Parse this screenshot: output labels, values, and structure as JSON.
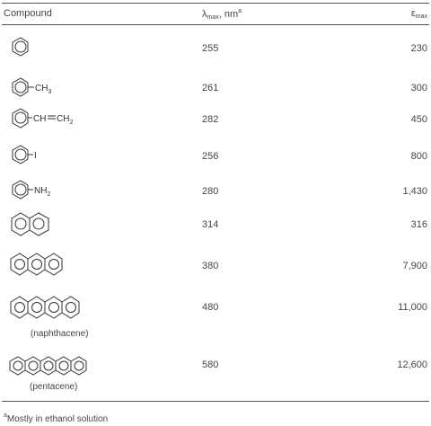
{
  "header": {
    "compound": "Compound",
    "lambda_symbol": "λ",
    "lambda_sub": "max",
    "lambda_unit": ", nm",
    "lambda_note": "a",
    "eps_symbol": "ε",
    "eps_sub": "max"
  },
  "rows": [
    {
      "lambda": "255",
      "eps": "230"
    },
    {
      "lambda": "261",
      "eps": "300",
      "sub1": "CH",
      "sub1_n": "3"
    },
    {
      "lambda": "282",
      "eps": "450",
      "sub1": "CH",
      "sub2": "CH",
      "sub2_n": "2"
    },
    {
      "lambda": "256",
      "eps": "800",
      "sub1": "I"
    },
    {
      "lambda": "280",
      "eps": "1,430",
      "sub1": "NH",
      "sub1_n": "2"
    },
    {
      "lambda": "314",
      "eps": "316"
    },
    {
      "lambda": "380",
      "eps": "7,900"
    },
    {
      "lambda": "480",
      "eps": "11,000",
      "caption": "(naphthacene)"
    },
    {
      "lambda": "580",
      "eps": "12,600",
      "caption": "(pentacene)"
    }
  ],
  "footnote": {
    "mark": "a",
    "text": "Mostly in ethanol solution"
  }
}
